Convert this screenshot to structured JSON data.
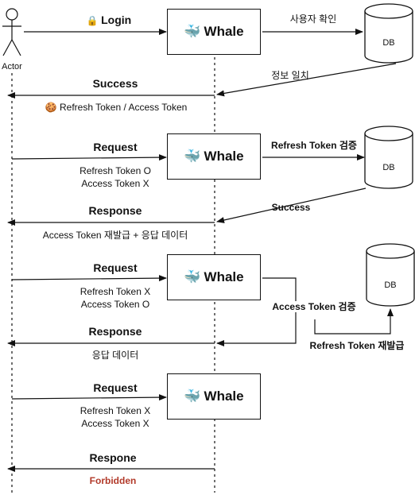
{
  "actor": {
    "label": "Actor"
  },
  "db": {
    "label": "DB"
  },
  "service": {
    "icon": "whale-icon",
    "name": "Whale"
  },
  "icons": {
    "lock": "🔒",
    "cookie": "🍪",
    "whale": "🐳"
  },
  "flow1": {
    "login": "Login",
    "verify_user": "사용자 확인",
    "info_match": "정보 일치",
    "success": "Success",
    "tokens": "Refresh Token / Access Token"
  },
  "flow2": {
    "request": "Request",
    "req_line1": "Refresh Token O",
    "req_line2": "Access Token X",
    "verify": "Refresh Token 검증",
    "success": "Success",
    "response": "Response",
    "resp_desc": "Access Token 재발급 + 응답 데이터"
  },
  "flow3": {
    "request": "Request",
    "req_line1": "Refresh Token X",
    "req_line2": "Access Token O",
    "verify": "Access Token 검증",
    "reissue": "Refresh Token 재발급",
    "response": "Response",
    "resp_desc": "응답 데이터"
  },
  "flow4": {
    "request": "Request",
    "req_line1": "Refresh Token X",
    "req_line2": "Access Token X",
    "response": "Respone",
    "forbidden": "Forbidden",
    "forbidden_color": "#b23a2a"
  }
}
